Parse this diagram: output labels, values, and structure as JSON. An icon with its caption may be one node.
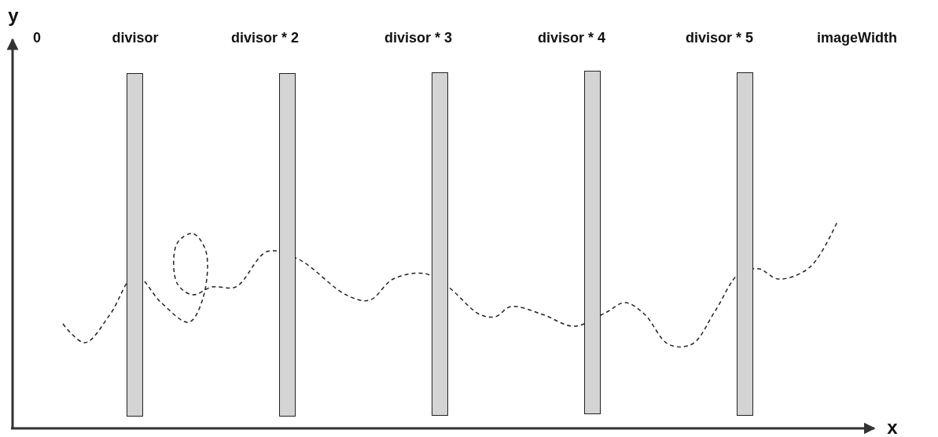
{
  "diagram": {
    "nodes": [
      {
        "text": [],
        "shape": "bar",
        "beside": [
          "divisor"
        ]
      },
      {
        "text": [],
        "shape": "bar",
        "beside": [
          "divisor * 2"
        ]
      },
      {
        "text": [],
        "shape": "bar",
        "beside": [
          "divisor * 3"
        ]
      },
      {
        "text": [],
        "shape": "bar",
        "beside": [
          "divisor * 4"
        ]
      },
      {
        "text": [],
        "shape": "bar",
        "beside": [
          "divisor * 5"
        ]
      }
    ],
    "labels": [
      "y",
      "0",
      "imageWidth",
      "x"
    ]
  }
}
